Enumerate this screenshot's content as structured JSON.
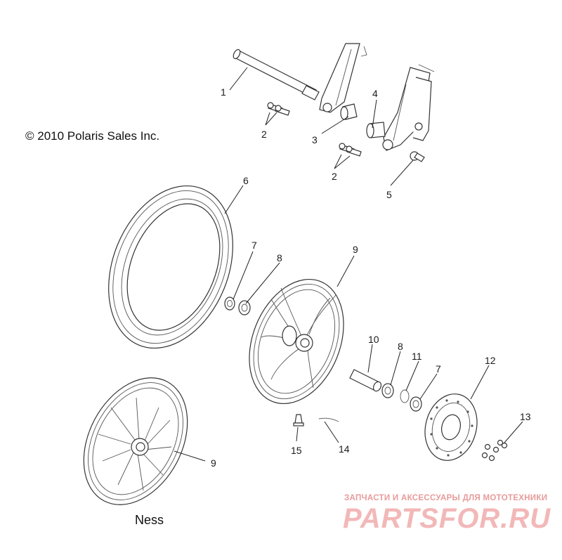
{
  "copyright": "© 2010 Polaris Sales Inc.",
  "variant_label": "Ness",
  "watermark": {
    "tagline": "ЗАПЧАСТИ И АКСЕССУАРЫ ДЛЯ МОТОТЕХНИКИ",
    "brand": "PARTSFOR.RU"
  },
  "callouts": [
    {
      "id": "c1",
      "text": "1"
    },
    {
      "id": "c2a",
      "text": "2"
    },
    {
      "id": "c3",
      "text": "3"
    },
    {
      "id": "c4",
      "text": "4"
    },
    {
      "id": "c2b",
      "text": "2"
    },
    {
      "id": "c5",
      "text": "5"
    },
    {
      "id": "c6",
      "text": "6"
    },
    {
      "id": "c7a",
      "text": "7"
    },
    {
      "id": "c8a",
      "text": "8"
    },
    {
      "id": "c9a",
      "text": "9"
    },
    {
      "id": "c10",
      "text": "10"
    },
    {
      "id": "c8b",
      "text": "8"
    },
    {
      "id": "c11",
      "text": "11"
    },
    {
      "id": "c7b",
      "text": "7"
    },
    {
      "id": "c12",
      "text": "12"
    },
    {
      "id": "c13",
      "text": "13"
    },
    {
      "id": "c14",
      "text": "14"
    },
    {
      "id": "c15",
      "text": "15"
    },
    {
      "id": "c9b",
      "text": "9"
    }
  ]
}
